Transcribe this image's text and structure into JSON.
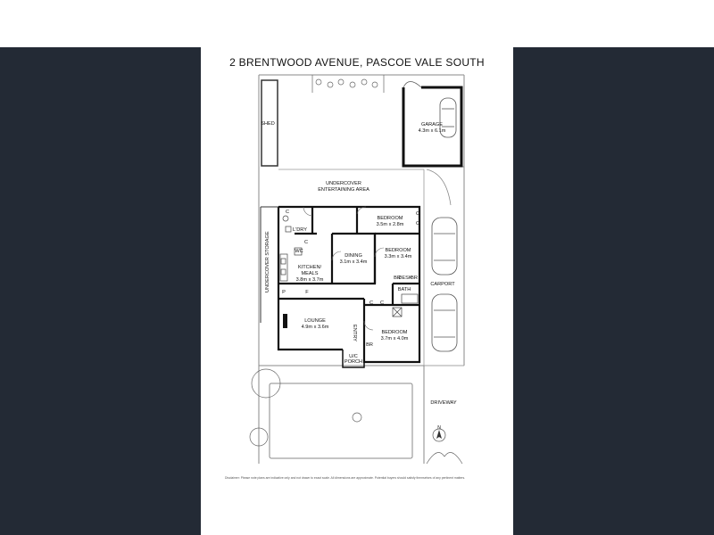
{
  "title": "2 BRENTWOOD AVENUE, PASCOE VALE SOUTH",
  "rooms": {
    "shed": "SHED",
    "garage": {
      "name": "GARAGE",
      "dims": "4.3m x 6.1m"
    },
    "entertaining": {
      "line1": "UNDERCOVER",
      "line2": "ENTERTAINING AREA"
    },
    "undercover_storage": "UNDERCOVER STORAGE",
    "laundry": "L'DRY",
    "bedroom1": {
      "name": "BEDROOM",
      "dims": "3.5m x 2.8m"
    },
    "bedroom2": {
      "name": "BEDROOM",
      "dims": "3.3m x 3.4m"
    },
    "bedroom3": {
      "name": "BEDROOM",
      "dims": "3.7m x 4.0m"
    },
    "dining": {
      "name": "DINING",
      "dims": "3.1m x 3.4m"
    },
    "kitchen": {
      "name": "KITCHEN/",
      "name2": "MEALS",
      "dims": "3.8m x 3.7m"
    },
    "lounge": {
      "name": "LOUNGE",
      "dims": "4.9m x 3.6m"
    },
    "bath": "BATH",
    "entry": "ENTRY",
    "porch": {
      "line1": "U/C",
      "line2": "PORCH"
    },
    "carport": "CARPORT",
    "driveway": "DRIVEWAY"
  },
  "fixtures": {
    "c": "C",
    "p": "P",
    "f": "F",
    "wc": "WC",
    "br": "BR",
    "desk": "DESK"
  },
  "compass": "N",
  "disclaimer": "Disclaimer: Please note plans are indicative only and not drawn to exact scale. All dimensions are approximate. Potential buyers should satisfy themselves of any pertinent matters."
}
